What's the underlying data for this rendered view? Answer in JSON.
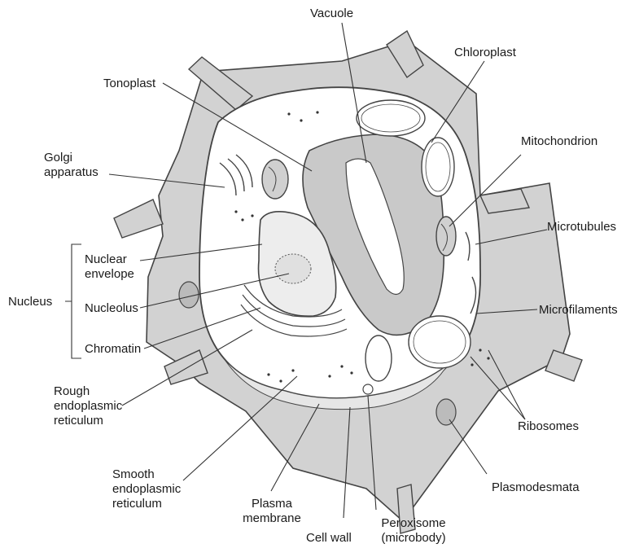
{
  "diagram": {
    "labels": {
      "vacuole": "Vacuole",
      "chloroplast": "Chloroplast",
      "tonoplast": "Tonoplast",
      "golgi": [
        "Golgi",
        "apparatus"
      ],
      "mitochondrion": "Mitochondrion",
      "microtubules": "Microtubules",
      "nucleus": "Nucleus",
      "nuclear_envelope": [
        "Nuclear",
        "envelope"
      ],
      "nucleolus": "Nucleolus",
      "chromatin": "Chromatin",
      "microfilaments": "Microfilaments",
      "rough_er": [
        "Rough",
        "endoplasmic",
        "reticulum"
      ],
      "ribosomes": "Ribosomes",
      "smooth_er": [
        "Smooth",
        "endoplasmic",
        "reticulum"
      ],
      "plasmodesmata": "Plasmodesmata",
      "plasma_membrane": [
        "Plasma",
        "membrane"
      ],
      "cell_wall": "Cell wall",
      "peroxisome": [
        "Peroxisome",
        "(microbody)"
      ]
    },
    "colors": {
      "wall_fill": "#d2d2d2",
      "cytoplasm_fill": "#ffffff",
      "vacuole_fill": "#c9c9c9",
      "outline": "#444444",
      "label_text": "#1a1a1a"
    }
  }
}
